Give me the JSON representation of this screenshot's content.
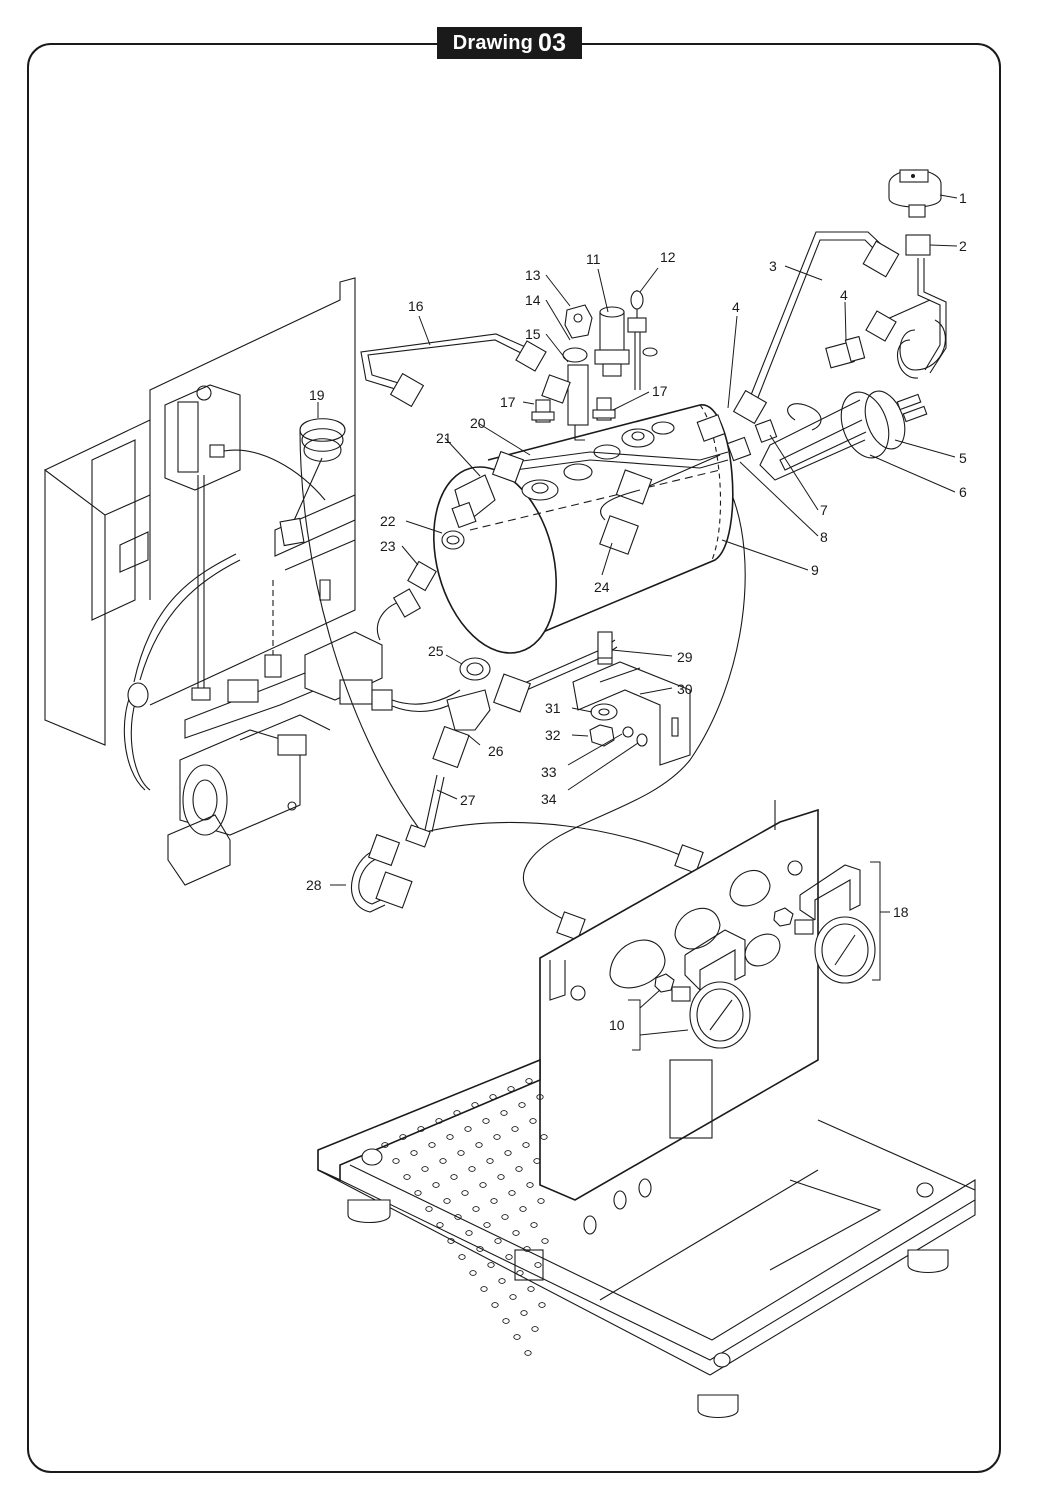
{
  "header": {
    "title_word": "Drawing",
    "title_number": "03"
  },
  "callouts": [
    {
      "id": "1",
      "text": "1"
    },
    {
      "id": "2",
      "text": "2"
    },
    {
      "id": "3",
      "text": "3"
    },
    {
      "id": "4a",
      "text": "4"
    },
    {
      "id": "4b",
      "text": "4"
    },
    {
      "id": "5",
      "text": "5"
    },
    {
      "id": "6",
      "text": "6"
    },
    {
      "id": "7",
      "text": "7"
    },
    {
      "id": "8",
      "text": "8"
    },
    {
      "id": "9",
      "text": "9"
    },
    {
      "id": "10",
      "text": "10"
    },
    {
      "id": "11",
      "text": "11"
    },
    {
      "id": "12",
      "text": "12"
    },
    {
      "id": "13",
      "text": "13"
    },
    {
      "id": "14",
      "text": "14"
    },
    {
      "id": "15",
      "text": "15"
    },
    {
      "id": "16",
      "text": "16"
    },
    {
      "id": "17a",
      "text": "17"
    },
    {
      "id": "17b",
      "text": "17"
    },
    {
      "id": "18",
      "text": "18"
    },
    {
      "id": "19",
      "text": "19"
    },
    {
      "id": "20",
      "text": "20"
    },
    {
      "id": "21",
      "text": "21"
    },
    {
      "id": "22",
      "text": "22"
    },
    {
      "id": "23",
      "text": "23"
    },
    {
      "id": "24",
      "text": "24"
    },
    {
      "id": "25",
      "text": "25"
    },
    {
      "id": "26",
      "text": "26"
    },
    {
      "id": "27",
      "text": "27"
    },
    {
      "id": "28",
      "text": "28"
    },
    {
      "id": "29",
      "text": "29"
    },
    {
      "id": "30",
      "text": "30"
    },
    {
      "id": "31",
      "text": "31"
    },
    {
      "id": "32",
      "text": "32"
    },
    {
      "id": "33",
      "text": "33"
    },
    {
      "id": "34",
      "text": "34"
    }
  ]
}
